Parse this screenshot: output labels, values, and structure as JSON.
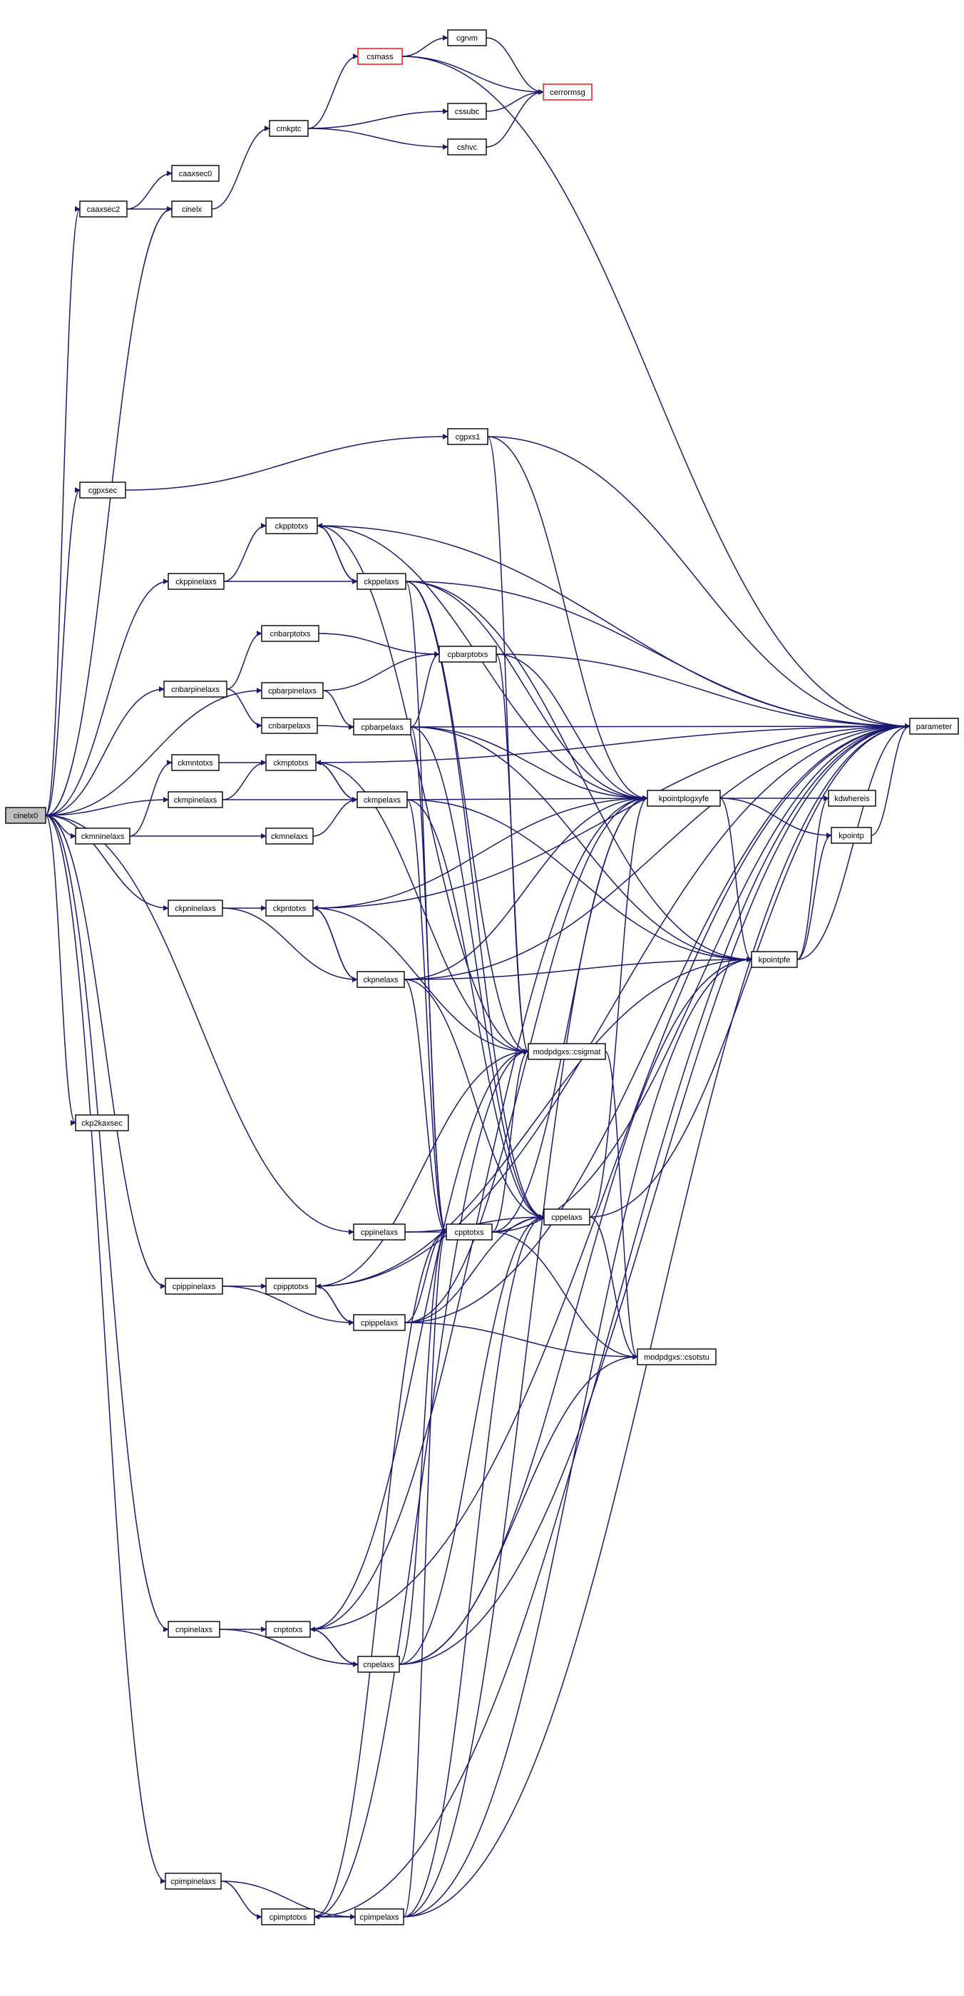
{
  "diagram": {
    "type": "call-graph",
    "colors": {
      "edge": "#191970",
      "node_border": "#000000",
      "highlight_fill": "#bfbfbf",
      "warning_border": "#ff0000"
    },
    "nodes": [
      {
        "id": "cinelx0",
        "label": "cinelx0",
        "highlight": true
      },
      {
        "id": "caaxsec2",
        "label": "caaxsec2"
      },
      {
        "id": "caaxsec0",
        "label": "caaxsec0"
      },
      {
        "id": "cinelx",
        "label": "cinelx"
      },
      {
        "id": "cmkptc",
        "label": "cmkptc"
      },
      {
        "id": "csmass",
        "label": "csmass",
        "warning": true
      },
      {
        "id": "cgrvm",
        "label": "cgrvm"
      },
      {
        "id": "cerrormsg",
        "label": "cerrormsg",
        "warning": true
      },
      {
        "id": "cssubc",
        "label": "cssubc"
      },
      {
        "id": "cshvc",
        "label": "cshvc"
      },
      {
        "id": "cgpxsec",
        "label": "cgpxsec"
      },
      {
        "id": "cgpxs1",
        "label": "cgpxs1"
      },
      {
        "id": "ckppinelaxs",
        "label": "ckppinelaxs"
      },
      {
        "id": "ckpptotxs",
        "label": "ckpptotxs"
      },
      {
        "id": "ckppelaxs",
        "label": "ckppelaxs"
      },
      {
        "id": "cnbarpinelaxs",
        "label": "cnbarpinelaxs"
      },
      {
        "id": "cnbarptotxs",
        "label": "cnbarptotxs"
      },
      {
        "id": "cnbarpelaxs",
        "label": "cnbarpelaxs"
      },
      {
        "id": "cpbarpinelaxs",
        "label": "cpbarpinelaxs"
      },
      {
        "id": "cpbarptotxs",
        "label": "cpbarptotxs"
      },
      {
        "id": "cpbarpelaxs",
        "label": "cpbarpelaxs"
      },
      {
        "id": "ckmntotxs",
        "label": "ckmntotxs"
      },
      {
        "id": "ckmpinelaxs",
        "label": "ckmpinelaxs"
      },
      {
        "id": "ckmptotxs",
        "label": "ckmptotxs"
      },
      {
        "id": "ckmpelaxs",
        "label": "ckmpelaxs"
      },
      {
        "id": "ckmninelaxs",
        "label": "ckmninelaxs"
      },
      {
        "id": "ckmnelaxs",
        "label": "ckmnelaxs"
      },
      {
        "id": "ckpninelaxs",
        "label": "ckpninelaxs"
      },
      {
        "id": "ckpntotxs",
        "label": "ckpntotxs"
      },
      {
        "id": "ckpnelaxs",
        "label": "ckpnelaxs"
      },
      {
        "id": "ckp2kaxsec",
        "label": "ckp2kaxsec"
      },
      {
        "id": "cppinelaxs",
        "label": "cppinelaxs"
      },
      {
        "id": "cpptotxs",
        "label": "cpptotxs"
      },
      {
        "id": "cppelaxs",
        "label": "cppelaxs"
      },
      {
        "id": "cpippinelaxs",
        "label": "cpippinelaxs"
      },
      {
        "id": "cpipptotxs",
        "label": "cpipptotxs"
      },
      {
        "id": "cpippelaxs",
        "label": "cpippelaxs"
      },
      {
        "id": "cnpinelaxs",
        "label": "cnpinelaxs"
      },
      {
        "id": "cnptotxs",
        "label": "cnptotxs"
      },
      {
        "id": "cnpelaxs",
        "label": "cnpelaxs"
      },
      {
        "id": "cpimpinelaxs",
        "label": "cpimpinelaxs"
      },
      {
        "id": "cpimptotxs",
        "label": "cpimptotxs"
      },
      {
        "id": "cpimpelaxs",
        "label": "cpimpelaxs"
      },
      {
        "id": "kpointplogxyfe",
        "label": "kpointplogxyfe"
      },
      {
        "id": "kpointpfe",
        "label": "kpointpfe"
      },
      {
        "id": "kdwhereis",
        "label": "kdwhereis"
      },
      {
        "id": "kpointp",
        "label": "kpointp"
      },
      {
        "id": "csigmat",
        "label": "modpdgxs::csigmat"
      },
      {
        "id": "csotstu",
        "label": "modpdgxs::csotstu"
      },
      {
        "id": "parameter",
        "label": "parameter"
      }
    ],
    "edges": [
      [
        "cinelx0",
        "caaxsec2"
      ],
      [
        "caaxsec2",
        "caaxsec0"
      ],
      [
        "caaxsec2",
        "cinelx"
      ],
      [
        "cinelx",
        "cmkptc"
      ],
      [
        "cmkptc",
        "csmass"
      ],
      [
        "cmkptc",
        "cssubc"
      ],
      [
        "cmkptc",
        "cshvc"
      ],
      [
        "csmass",
        "cgrvm"
      ],
      [
        "csmass",
        "cerrormsg"
      ],
      [
        "csmass",
        "parameter"
      ],
      [
        "cgrvm",
        "cerrormsg"
      ],
      [
        "cssubc",
        "cerrormsg"
      ],
      [
        "cshvc",
        "cerrormsg"
      ],
      [
        "cinelx0",
        "cinelx"
      ],
      [
        "cinelx0",
        "cgpxsec"
      ],
      [
        "cgpxsec",
        "cgpxs1"
      ],
      [
        "cgpxs1",
        "parameter"
      ],
      [
        "cgpxs1",
        "kpointplogxyfe"
      ],
      [
        "cgpxs1",
        "csigmat"
      ],
      [
        "cinelx0",
        "ckppinelaxs"
      ],
      [
        "ckppinelaxs",
        "ckpptotxs"
      ],
      [
        "ckppinelaxs",
        "ckppelaxs"
      ],
      [
        "ckpptotxs",
        "ckppelaxs"
      ],
      [
        "ckppelaxs",
        "ckpptotxs"
      ],
      [
        "ckpptotxs",
        "parameter"
      ],
      [
        "ckpptotxs",
        "kpointplogxyfe"
      ],
      [
        "ckpptotxs",
        "csigmat"
      ],
      [
        "ckppelaxs",
        "parameter"
      ],
      [
        "ckppelaxs",
        "kpointplogxyfe"
      ],
      [
        "ckppelaxs",
        "kpointpfe"
      ],
      [
        "ckppelaxs",
        "csigmat"
      ],
      [
        "ckppelaxs",
        "cppelaxs"
      ],
      [
        "ckppelaxs",
        "cpptotxs"
      ],
      [
        "cinelx0",
        "cnbarpinelaxs"
      ],
      [
        "cnbarpinelaxs",
        "cnbarptotxs"
      ],
      [
        "cnbarpinelaxs",
        "cnbarpelaxs"
      ],
      [
        "cnbarptotxs",
        "cpbarptotxs"
      ],
      [
        "cnbarpelaxs",
        "cpbarpelaxs"
      ],
      [
        "cinelx0",
        "cpbarpinelaxs"
      ],
      [
        "cpbarpinelaxs",
        "cpbarptotxs"
      ],
      [
        "cpbarpinelaxs",
        "cpbarpelaxs"
      ],
      [
        "cpbarptotxs",
        "parameter"
      ],
      [
        "cpbarptotxs",
        "kpointplogxyfe"
      ],
      [
        "cpbarptotxs",
        "csigmat"
      ],
      [
        "cpbarpelaxs",
        "cpbarptotxs"
      ],
      [
        "cpbarpelaxs",
        "parameter"
      ],
      [
        "cpbarpelaxs",
        "kpointplogxyfe"
      ],
      [
        "cpbarpelaxs",
        "kpointpfe"
      ],
      [
        "cpbarpelaxs",
        "cppelaxs"
      ],
      [
        "cpbarpelaxs",
        "cpptotxs"
      ],
      [
        "cinelx0",
        "ckmpinelaxs"
      ],
      [
        "ckmpinelaxs",
        "ckmptotxs"
      ],
      [
        "ckmpinelaxs",
        "ckmpelaxs"
      ],
      [
        "cinelx0",
        "ckmninelaxs"
      ],
      [
        "ckmninelaxs",
        "ckmntotxs"
      ],
      [
        "ckmninelaxs",
        "ckmnelaxs"
      ],
      [
        "ckmntotxs",
        "ckmptotxs"
      ],
      [
        "ckmnelaxs",
        "ckmpelaxs"
      ],
      [
        "ckmptotxs",
        "ckmpelaxs"
      ],
      [
        "ckmpelaxs",
        "ckmptotxs"
      ],
      [
        "ckmptotxs",
        "parameter"
      ],
      [
        "ckmptotxs",
        "csigmat"
      ],
      [
        "ckmpelaxs",
        "kpointplogxyfe"
      ],
      [
        "ckmpelaxs",
        "kpointpfe"
      ],
      [
        "ckmpelaxs",
        "cppelaxs"
      ],
      [
        "ckmpelaxs",
        "cpptotxs"
      ],
      [
        "cinelx0",
        "ckpninelaxs"
      ],
      [
        "ckpninelaxs",
        "ckpntotxs"
      ],
      [
        "ckpninelaxs",
        "ckpnelaxs"
      ],
      [
        "ckpntotxs",
        "ckpnelaxs"
      ],
      [
        "ckpnelaxs",
        "ckpntotxs"
      ],
      [
        "ckpntotxs",
        "parameter"
      ],
      [
        "ckpntotxs",
        "kpointplogxyfe"
      ],
      [
        "ckpntotxs",
        "csigmat"
      ],
      [
        "ckpnelaxs",
        "parameter"
      ],
      [
        "ckpnelaxs",
        "kpointplogxyfe"
      ],
      [
        "ckpnelaxs",
        "kpointpfe"
      ],
      [
        "ckpnelaxs",
        "cppelaxs"
      ],
      [
        "ckpnelaxs",
        "cpptotxs"
      ],
      [
        "cinelx0",
        "ckp2kaxsec"
      ],
      [
        "cinelx0",
        "cppinelaxs"
      ],
      [
        "cppinelaxs",
        "cpptotxs"
      ],
      [
        "cppinelaxs",
        "cppelaxs"
      ],
      [
        "cpptotxs",
        "cppelaxs"
      ],
      [
        "cpptotxs",
        "parameter"
      ],
      [
        "cpptotxs",
        "kpointplogxyfe"
      ],
      [
        "cpptotxs",
        "csigmat"
      ],
      [
        "cpptotxs",
        "csotstu"
      ],
      [
        "cppelaxs",
        "parameter"
      ],
      [
        "cppelaxs",
        "kpointplogxyfe"
      ],
      [
        "cppelaxs",
        "csotstu"
      ],
      [
        "cinelx0",
        "cpippinelaxs"
      ],
      [
        "cpippinelaxs",
        "cpipptotxs"
      ],
      [
        "cpippinelaxs",
        "cpippelaxs"
      ],
      [
        "cpipptotxs",
        "cpippelaxs"
      ],
      [
        "cpippelaxs",
        "cpipptotxs"
      ],
      [
        "cpipptotxs",
        "csigmat"
      ],
      [
        "cpipptotxs",
        "kpointpfe"
      ],
      [
        "cpipptotxs",
        "parameter"
      ],
      [
        "cpippelaxs",
        "cpptotxs"
      ],
      [
        "cpippelaxs",
        "cppelaxs"
      ],
      [
        "cpippelaxs",
        "csotstu"
      ],
      [
        "cpippelaxs",
        "kpointplogxyfe"
      ],
      [
        "cpippelaxs",
        "parameter"
      ],
      [
        "cinelx0",
        "cnpinelaxs"
      ],
      [
        "cnpinelaxs",
        "cnptotxs"
      ],
      [
        "cnpinelaxs",
        "cnpelaxs"
      ],
      [
        "cnptotxs",
        "cnpelaxs"
      ],
      [
        "cnpelaxs",
        "cnptotxs"
      ],
      [
        "cnptotxs",
        "csigmat"
      ],
      [
        "cnptotxs",
        "kpointplogxyfe"
      ],
      [
        "cnptotxs",
        "parameter"
      ],
      [
        "cnpelaxs",
        "cpptotxs"
      ],
      [
        "cnpelaxs",
        "cppelaxs"
      ],
      [
        "cnpelaxs",
        "csotstu"
      ],
      [
        "cnpelaxs",
        "kpointpfe"
      ],
      [
        "cnpelaxs",
        "parameter"
      ],
      [
        "cinelx0",
        "cpimpinelaxs"
      ],
      [
        "cpimpinelaxs",
        "cpimptotxs"
      ],
      [
        "cpimpinelaxs",
        "cpimpelaxs"
      ],
      [
        "cpimptotxs",
        "cpimpelaxs"
      ],
      [
        "cpimpelaxs",
        "cpimptotxs"
      ],
      [
        "cpimptotxs",
        "csigmat"
      ],
      [
        "cpimptotxs",
        "cpptotxs"
      ],
      [
        "cpimptotxs",
        "parameter"
      ],
      [
        "cpimpelaxs",
        "cppelaxs"
      ],
      [
        "cpimpelaxs",
        "cpptotxs"
      ],
      [
        "cpimpelaxs",
        "kpointplogxyfe"
      ],
      [
        "cpimpelaxs",
        "kpointpfe"
      ],
      [
        "cpimpelaxs",
        "parameter"
      ],
      [
        "kpointplogxyfe",
        "kdwhereis"
      ],
      [
        "kpointplogxyfe",
        "kpointp"
      ],
      [
        "kpointplogxyfe",
        "kpointpfe"
      ],
      [
        "kpointpfe",
        "kdwhereis"
      ],
      [
        "kpointpfe",
        "kpointp"
      ],
      [
        "kpointpfe",
        "parameter"
      ],
      [
        "kpointp",
        "parameter"
      ],
      [
        "csigmat",
        "csotstu"
      ]
    ]
  }
}
